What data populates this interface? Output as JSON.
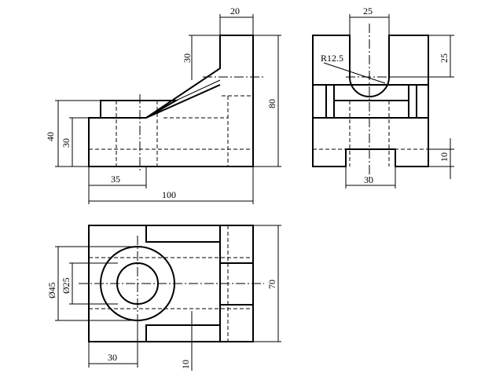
{
  "dimensions": {
    "front_top_width": "20",
    "front_upper_height": "30",
    "front_total_height": "80",
    "front_left_height_outer": "40",
    "front_left_height_inner": "30",
    "front_hole_offset": "35",
    "front_total_length": "100",
    "side_slot_width": "25",
    "side_slot_radius": "R12.5",
    "side_slot_depth": "25",
    "side_base_height": "10",
    "side_groove_width": "30",
    "top_outer_diameter": "Ø45",
    "top_inner_diameter": "Ø25",
    "top_width": "70",
    "top_hole_offset": "30",
    "top_slot_depth": "10"
  }
}
